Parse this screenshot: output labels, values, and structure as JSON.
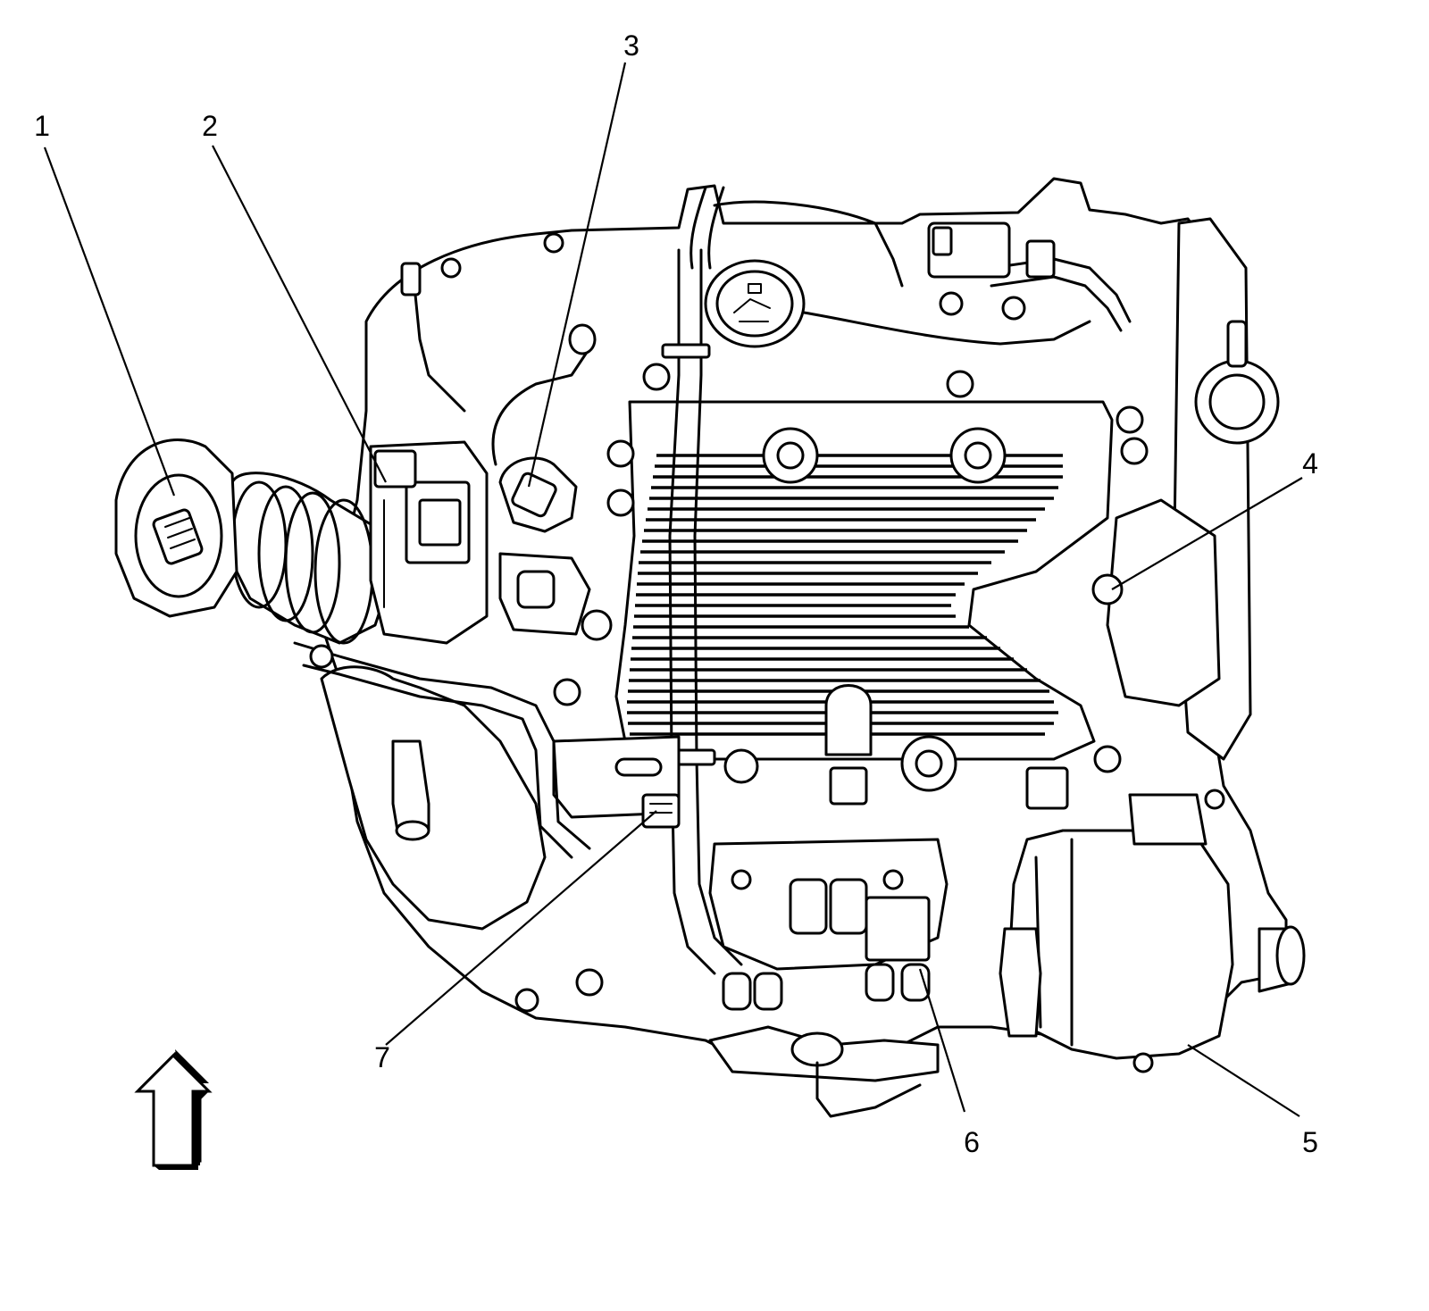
{
  "callouts": [
    {
      "id": "1",
      "label": "1"
    },
    {
      "id": "2",
      "label": "2"
    },
    {
      "id": "3",
      "label": "3"
    },
    {
      "id": "4",
      "label": "4"
    },
    {
      "id": "5",
      "label": "5"
    },
    {
      "id": "6",
      "label": "6"
    },
    {
      "id": "7",
      "label": "7"
    }
  ],
  "orientation_arrow": {
    "direction": "up",
    "icon": "front-direction-arrow-icon"
  },
  "colors": {
    "ink": "#000000",
    "background": "#ffffff"
  }
}
